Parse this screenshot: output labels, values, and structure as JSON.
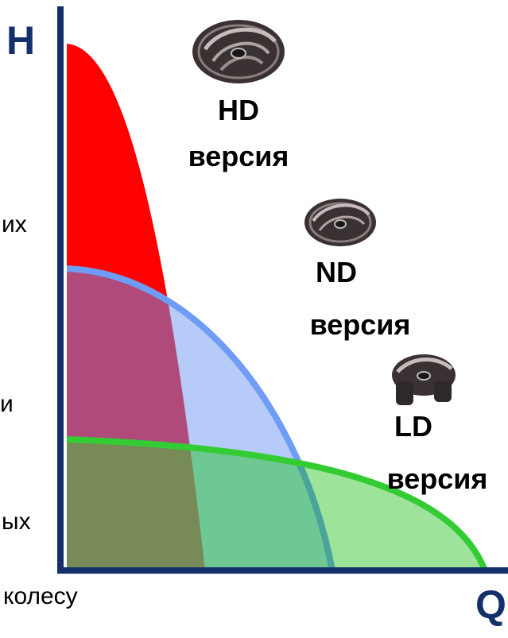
{
  "axes": {
    "y_label": "H",
    "x_label": "Q"
  },
  "versions": [
    {
      "name": "HD",
      "word": "версия",
      "color": "#ff0000",
      "icon": "impeller-icon"
    },
    {
      "name": "ND",
      "word": "версия",
      "color": "#6f9cf5",
      "icon": "impeller-icon"
    },
    {
      "name": "LD",
      "word": "версия",
      "color": "#33cc33",
      "icon": "impeller-icon"
    }
  ],
  "left_fragments": [
    "их",
    "и",
    "ых"
  ],
  "bottom_fragment": "колесу",
  "colors": {
    "axis": "#13306b",
    "hd": "#ff0000",
    "nd": "#6f9cf5",
    "ld": "#33cc33"
  }
}
